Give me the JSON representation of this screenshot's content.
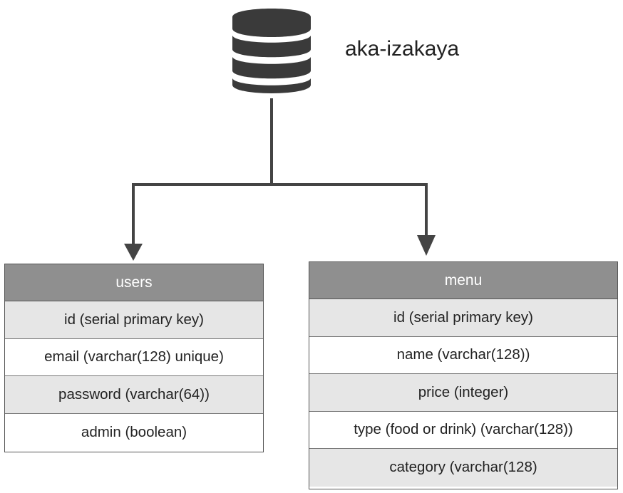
{
  "database": {
    "name": "aka-izakaya",
    "icon": "database-icon",
    "color": "#3a3a3a"
  },
  "tables": [
    {
      "name": "users",
      "fields": [
        "id (serial primary key)",
        "email (varchar(128) unique)",
        "password (varchar(64))",
        "admin (boolean)"
      ]
    },
    {
      "name": "menu",
      "fields": [
        "id (serial primary key)",
        "name (varchar(128))",
        "price (integer)",
        "type (food or drink) (varchar(128))",
        "category (varchar(128)"
      ]
    }
  ],
  "colors": {
    "header": "#8f8f8f",
    "shaded_row": "#e6e6e6",
    "connector": "#444444"
  }
}
